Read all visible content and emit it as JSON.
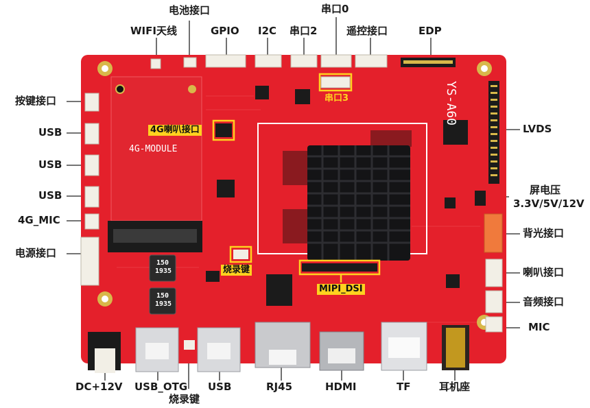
{
  "board": {
    "model_silk": "YS-A60",
    "module_silk": "4G-MODULE",
    "chip_150a": "150",
    "chip_150b": "1935",
    "chip_150c": "150",
    "chip_150d": "1935"
  },
  "labels": {
    "battery": "电池接口",
    "wifi": "WIFI天线",
    "gpio": "GPIO",
    "i2c": "I2C",
    "uart2": "串口2",
    "uart0": "串口0",
    "remote": "遥控接口",
    "edp": "EDP",
    "key": "按键接口",
    "usb1": "USB",
    "usb2": "USB",
    "usb3": "USB",
    "mic4g": "4G_MIC",
    "power": "电源接口",
    "lvds": "LVDS",
    "screen_v1": "屏电压",
    "screen_v2": "3.3V/5V/12V",
    "backlight": "背光接口",
    "speaker": "喇叭接口",
    "audio": "音频接口",
    "mic": "MIC",
    "dc": "DC+12V",
    "usb_otg": "USB_OTG",
    "burn_bottom": "烧录键",
    "usb_bottom": "USB",
    "rj45": "RJ45",
    "hdmi": "HDMI",
    "tf": "TF",
    "earphone": "耳机座"
  },
  "highlights": {
    "speaker4g": "4G喇叭接口",
    "burn": "烧录键",
    "mipi": "MIPI_DSI",
    "uart3": "串口3"
  },
  "colors": {
    "pcb": "#e4202b",
    "heatsink": "#141416",
    "highlight": "#ffd21f",
    "connector": "#f2efe6"
  }
}
